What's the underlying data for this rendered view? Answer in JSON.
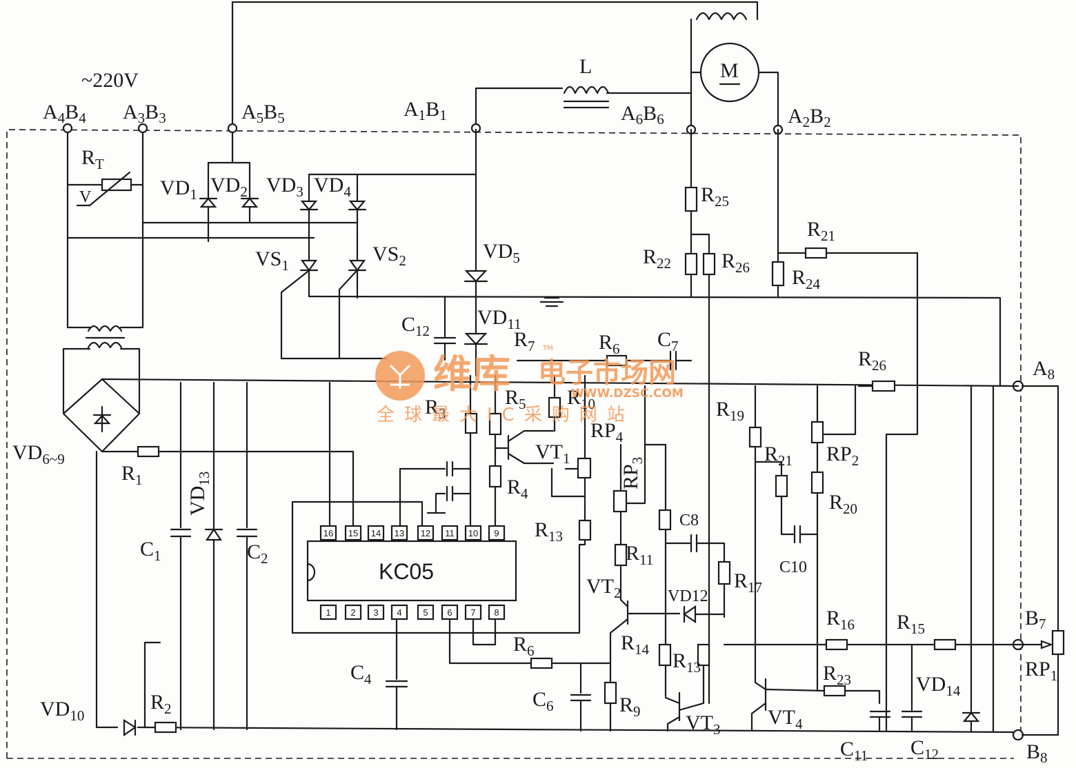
{
  "supply": "~220V",
  "terminals": {
    "A4B4": [
      "A",
      "4",
      "B",
      "4"
    ],
    "A3B3": [
      "A",
      "3",
      "B",
      "3"
    ],
    "A5B5": [
      "A",
      "5",
      "B",
      "5"
    ],
    "A1B1": [
      "A",
      "1",
      "B",
      "1"
    ],
    "A6B6": [
      "A",
      "6",
      "B",
      "6"
    ],
    "A2B2": [
      "A",
      "2",
      "B",
      "2"
    ],
    "A8": [
      "A",
      "8"
    ],
    "B7": [
      "B",
      "7"
    ],
    "B8": [
      "B",
      "8"
    ]
  },
  "motor": "M",
  "inductor": "L",
  "ic": {
    "name": "KC05",
    "pins_top": [
      "16",
      "15",
      "14",
      "13",
      "12",
      "11",
      "10",
      "9"
    ],
    "pins_bottom": [
      "1",
      "2",
      "3",
      "4",
      "5",
      "6",
      "7",
      "8"
    ]
  },
  "parts": {
    "RT": [
      "R",
      "T"
    ],
    "V": "V",
    "VD1": [
      "VD",
      "1"
    ],
    "VD2": [
      "VD",
      "2"
    ],
    "VD3": [
      "VD",
      "3"
    ],
    "VD4": [
      "VD",
      "4"
    ],
    "VS1": [
      "VS",
      "1"
    ],
    "VS2": [
      "VS",
      "2"
    ],
    "VD5": [
      "VD",
      "5"
    ],
    "VD11": [
      "VD",
      "11"
    ],
    "C12a": [
      "C",
      "12"
    ],
    "R7": [
      "R",
      "7"
    ],
    "R6a": [
      "R",
      "6"
    ],
    "C7": [
      "C",
      "7"
    ],
    "R25": [
      "R",
      "25"
    ],
    "R22": [
      "R",
      "22"
    ],
    "R26a": [
      "R",
      "26"
    ],
    "R21a": [
      "R",
      "21"
    ],
    "R24": [
      "R",
      "24"
    ],
    "R26b": [
      "R",
      "26"
    ],
    "R3": [
      "R",
      "3"
    ],
    "R5": [
      "R",
      "5"
    ],
    "R10": [
      "R",
      "10"
    ],
    "RP4": [
      "RP",
      "4"
    ],
    "VT1": [
      "VT",
      "1"
    ],
    "R4": [
      "R",
      "4"
    ],
    "RP3": [
      "RP",
      "3"
    ],
    "R13a": [
      "R",
      "13"
    ],
    "R19": [
      "R",
      "19"
    ],
    "R21b": [
      "R",
      "21"
    ],
    "RP2": [
      "RP",
      "2"
    ],
    "R20": [
      "R",
      "20"
    ],
    "VD6_9": [
      "VD",
      "6~9"
    ],
    "R1": [
      "R",
      "1"
    ],
    "VD13": [
      "VD",
      "13"
    ],
    "C1": [
      "C",
      "1"
    ],
    "C2": [
      "C",
      "2"
    ],
    "C8": "C8",
    "R11": [
      "R",
      "11"
    ],
    "VT2": [
      "VT",
      "2"
    ],
    "R17": [
      "R",
      "17"
    ],
    "C10": "C10",
    "VD12": "VD12",
    "R16": [
      "R",
      "16"
    ],
    "R15": [
      "R",
      "15"
    ],
    "R6b": [
      "R",
      "6"
    ],
    "C4": [
      "C",
      "4"
    ],
    "C6": [
      "C",
      "6"
    ],
    "R9": [
      "R",
      "9"
    ],
    "R14": [
      "R",
      "14"
    ],
    "R13b": [
      "R",
      "13"
    ],
    "VT3": [
      "VT",
      "3"
    ],
    "VT4": [
      "VT",
      "4"
    ],
    "R23": [
      "R",
      "23"
    ],
    "VD14": [
      "VD",
      "14"
    ],
    "RP1": [
      "RP",
      "1"
    ],
    "VD10": [
      "VD",
      "10"
    ],
    "R2": [
      "R",
      "2"
    ],
    "C11": [
      "C",
      "11"
    ],
    "C12b": [
      "C",
      "12"
    ]
  },
  "watermark": {
    "brand": "维库",
    "brand2": "电子市场网",
    "tm": "TM",
    "url": "WWW.DZSC.COM",
    "slogan": "全球最大IC采购网站"
  }
}
